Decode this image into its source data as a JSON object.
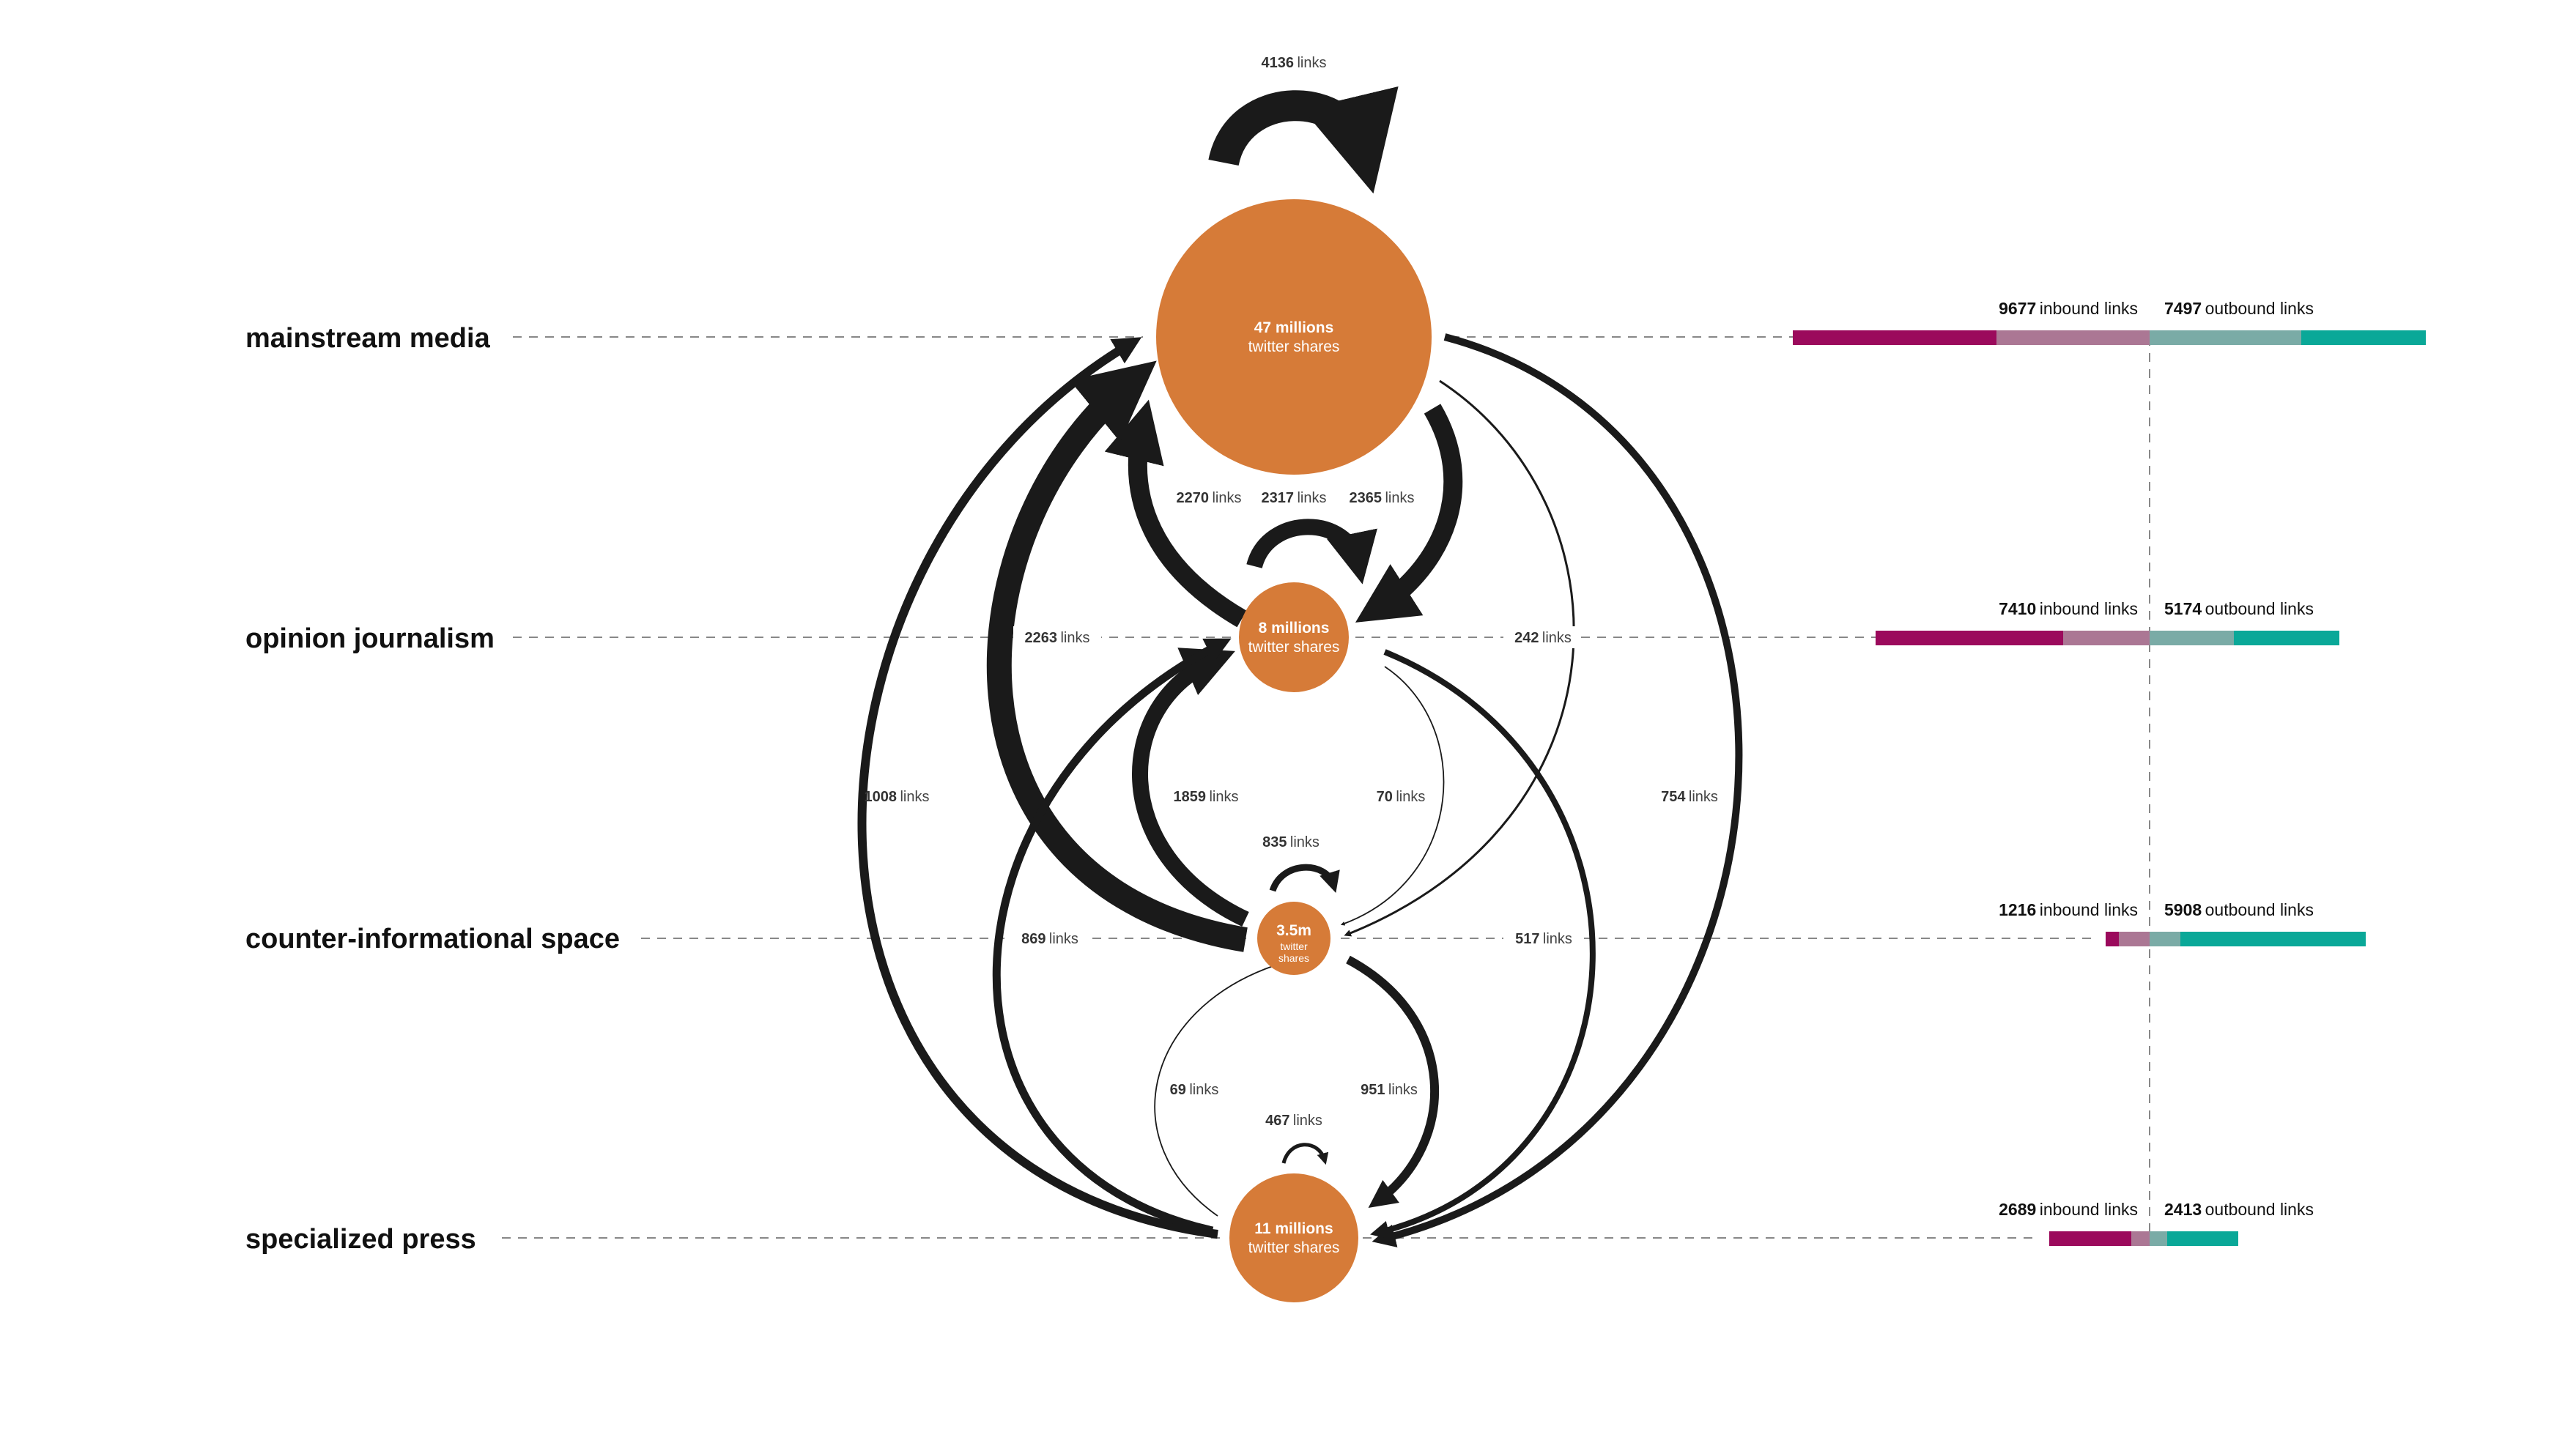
{
  "colors": {
    "node": "#d67b38",
    "edge": "#1a1a1a",
    "inbound_dark": "#9b0a5c",
    "inbound_light": "#ab7794",
    "outbound_light": "#7aaba6",
    "outbound_dark": "#0aa898",
    "guide": "#888888"
  },
  "categories": [
    {
      "label": "mainstream media",
      "node": {
        "value": "47 millions",
        "sub": "twitter shares"
      },
      "self_links": {
        "value": "4136",
        "unit": "links"
      },
      "inbound": {
        "value": "9677",
        "unit": "inbound links"
      },
      "outbound": {
        "value": "7497",
        "unit": "outbound links"
      }
    },
    {
      "label": "opinion journalism",
      "node": {
        "value": "8 millions",
        "sub": "twitter shares"
      },
      "self_links": {
        "value": "2317",
        "unit": "links"
      },
      "inbound": {
        "value": "7410",
        "unit": "inbound links"
      },
      "outbound": {
        "value": "5174",
        "unit": "outbound links"
      }
    },
    {
      "label": "counter-informational space",
      "node": {
        "value": "3.5m",
        "sub1": "twitter",
        "sub2": "shares"
      },
      "self_links": {
        "value": "835",
        "unit": "links"
      },
      "inbound": {
        "value": "1216",
        "unit": "inbound links"
      },
      "outbound": {
        "value": "5908",
        "unit": "outbound links"
      }
    },
    {
      "label": "specialized press",
      "node": {
        "value": "11 millions",
        "sub": "twitter shares"
      },
      "self_links": {
        "value": "467",
        "unit": "links"
      },
      "inbound": {
        "value": "2689",
        "unit": "inbound links"
      },
      "outbound": {
        "value": "2413",
        "unit": "outbound links"
      }
    }
  ],
  "edges": [
    {
      "from": 1,
      "to": 0,
      "value": "2270",
      "unit": "links"
    },
    {
      "from": 0,
      "to": 1,
      "value": "2365",
      "unit": "links"
    },
    {
      "from": 2,
      "to": 0,
      "value": "2263",
      "unit": "links"
    },
    {
      "from": 0,
      "to": 2,
      "value": "242",
      "unit": "links"
    },
    {
      "from": 3,
      "to": 0,
      "value": "1008",
      "unit": "links"
    },
    {
      "from": 0,
      "to": 3,
      "value": "754",
      "unit": "links"
    },
    {
      "from": 2,
      "to": 1,
      "value": "1859",
      "unit": "links"
    },
    {
      "from": 1,
      "to": 2,
      "value": "70",
      "unit": "links"
    },
    {
      "from": 3,
      "to": 1,
      "value": "869",
      "unit": "links"
    },
    {
      "from": 1,
      "to": 3,
      "value": "517",
      "unit": "links"
    },
    {
      "from": 3,
      "to": 2,
      "value": "69",
      "unit": "links"
    },
    {
      "from": 2,
      "to": 3,
      "value": "951",
      "unit": "links"
    }
  ]
}
